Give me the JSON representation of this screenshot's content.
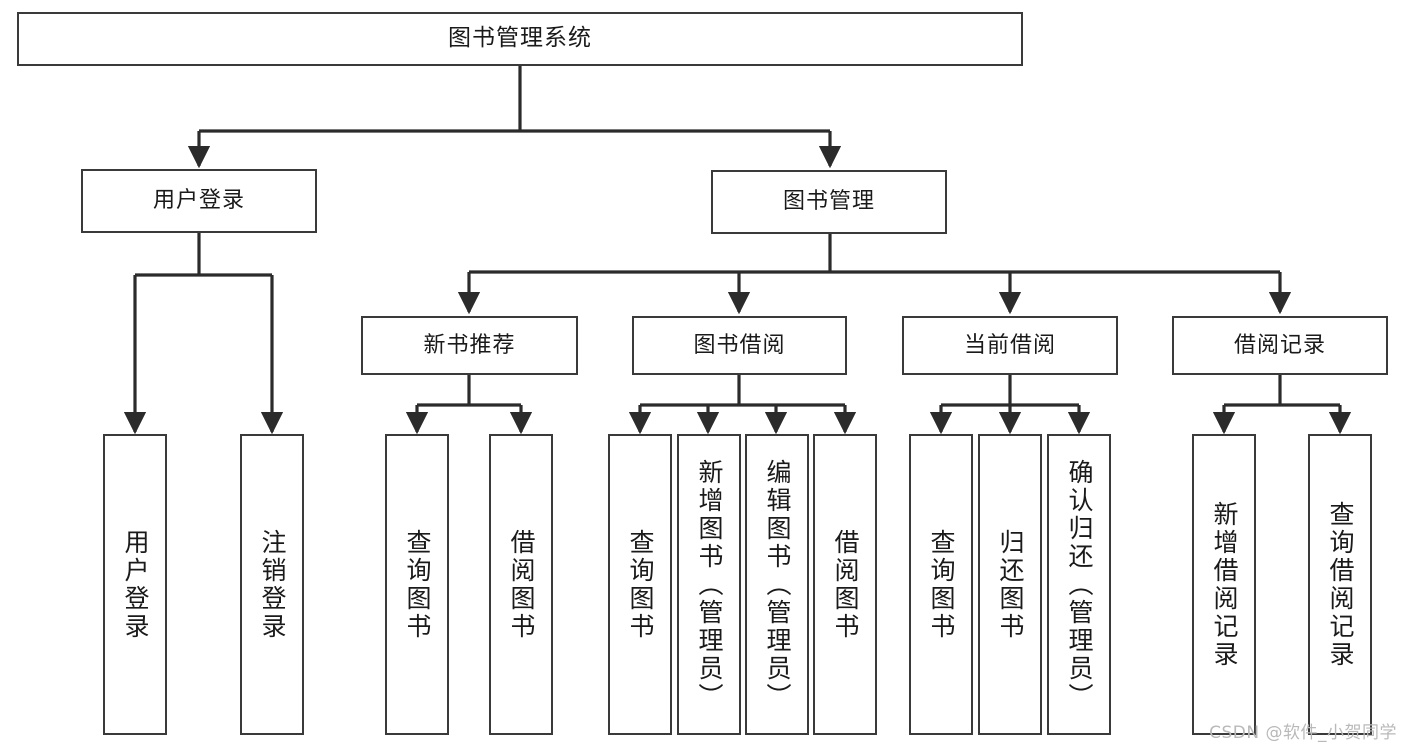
{
  "diagram": {
    "title": "图书管理系统",
    "watermark": "CSDN @软件_小贺同学",
    "colors": {
      "box_border": "#3a3a3a",
      "box_fill": "#ffffff",
      "edge": "#2b2b2b",
      "text": "#1a1a1a",
      "watermark": "#b9b9b9"
    },
    "nodes": {
      "root": {
        "label": "图书管理系统"
      },
      "level2": [
        {
          "id": "user-login",
          "label": "用户登录"
        },
        {
          "id": "book-manage",
          "label": "图书管理"
        }
      ],
      "level3": [
        {
          "id": "new-book-recommend",
          "label": "新书推荐"
        },
        {
          "id": "book-borrow",
          "label": "图书借阅"
        },
        {
          "id": "current-borrow",
          "label": "当前借阅"
        },
        {
          "id": "borrow-record",
          "label": "借阅记录"
        }
      ],
      "leaves": {
        "user_login": [
          {
            "id": "leaf-user-login",
            "label": "用户登录"
          },
          {
            "id": "leaf-logout-login",
            "label": "注销登录"
          }
        ],
        "new_book_recommend": [
          {
            "id": "leaf-query-book-1",
            "label": "查询图书"
          },
          {
            "id": "leaf-borrow-book-1",
            "label": "借阅图书"
          }
        ],
        "book_borrow": [
          {
            "id": "leaf-query-book-2",
            "label": "查询图书"
          },
          {
            "id": "leaf-add-book",
            "label": "新增图书（管理员）"
          },
          {
            "id": "leaf-edit-book",
            "label": "编辑图书（管理员）"
          },
          {
            "id": "leaf-borrow-book-2",
            "label": "借阅图书"
          }
        ],
        "current_borrow": [
          {
            "id": "leaf-query-book-3",
            "label": "查询图书"
          },
          {
            "id": "leaf-return-book",
            "label": "归还图书"
          },
          {
            "id": "leaf-confirm-return",
            "label": "确认归还（管理员）"
          }
        ],
        "borrow_record": [
          {
            "id": "leaf-add-record",
            "label": "新增借阅记录"
          },
          {
            "id": "leaf-query-record",
            "label": "查询借阅记录"
          }
        ]
      }
    }
  }
}
